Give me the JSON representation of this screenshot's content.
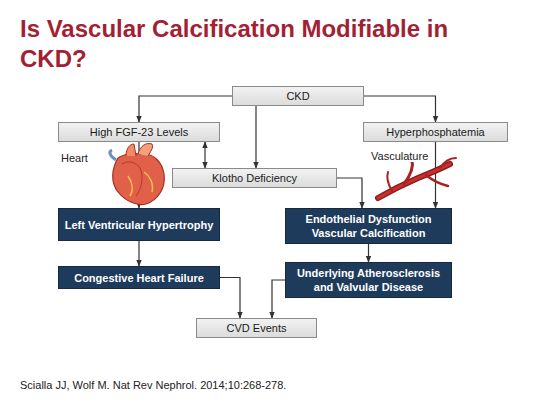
{
  "diagram": {
    "title": "Is Vascular Calcification Modifiable in CKD?",
    "caption": "Scialla JJ, Wolf M. Nat Rev Nephrol. 2014;10:268-278.",
    "nodes": [
      {
        "text": [
          "CKD"
        ]
      },
      {
        "text": [
          "High FGF-23 Levels"
        ]
      },
      {
        "text": [
          "Hyperphosphatemia"
        ]
      },
      {
        "text": [
          "Klotho Deficiency"
        ]
      },
      {
        "text": [
          "Left Ventricular Hypertrophy"
        ]
      },
      {
        "text": [
          "Endothelial Dysfunction Vascular Calcification"
        ]
      },
      {
        "text": [
          "Congestive Heart Failure"
        ]
      },
      {
        "text": [
          "Underlying Atherosclerosis and Valvular Disease"
        ]
      },
      {
        "text": [
          "CVD Events"
        ]
      }
    ],
    "edges": [
      {
        "from": 0,
        "to": 1,
        "arrow": "to"
      },
      {
        "from": 0,
        "to": 2,
        "arrow": "to"
      },
      {
        "from": 0,
        "to": 3,
        "arrow": "to"
      },
      {
        "from": 1,
        "to": 3,
        "arrow": "both"
      },
      {
        "from": 1,
        "to": 4,
        "arrow": "to"
      },
      {
        "from": 2,
        "to": 5,
        "arrow": "to"
      },
      {
        "from": 3,
        "to": 5,
        "arrow": "to"
      },
      {
        "from": 4,
        "to": 6,
        "arrow": "to"
      },
      {
        "from": 5,
        "to": 7,
        "arrow": "to"
      },
      {
        "from": 6,
        "to": 8,
        "arrow": "to"
      },
      {
        "from": 7,
        "to": 8,
        "arrow": "to"
      }
    ],
    "labels": [
      "Heart",
      "Vasculature"
    ]
  }
}
